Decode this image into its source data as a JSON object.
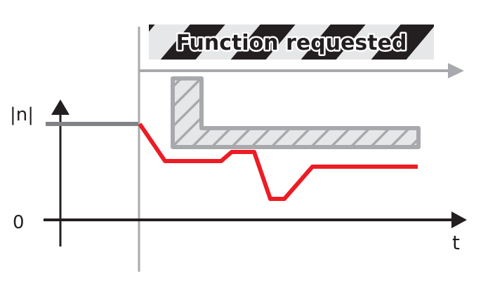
{
  "diagram": {
    "banner_label": "Function requested",
    "y_axis_label": "|n|",
    "y_zero_label": "0",
    "x_axis_label": "t",
    "colors": {
      "axis": "#231f20",
      "speed_line": "#ed1c24",
      "reference": "#a7a9ac",
      "initial_level": "#808285",
      "hatch_fill": "#e6e7e8",
      "banner_dark": "#231f20",
      "banner_light": "#e6e7e8"
    },
    "elements": {
      "initial_speed_level": "constant speed before request",
      "speed_curve": "actual speed after function request",
      "limit_zone": "hatched L-shaped limit band",
      "request_marker": "vertical line at request time",
      "request_arrow": "function active arrow"
    }
  }
}
